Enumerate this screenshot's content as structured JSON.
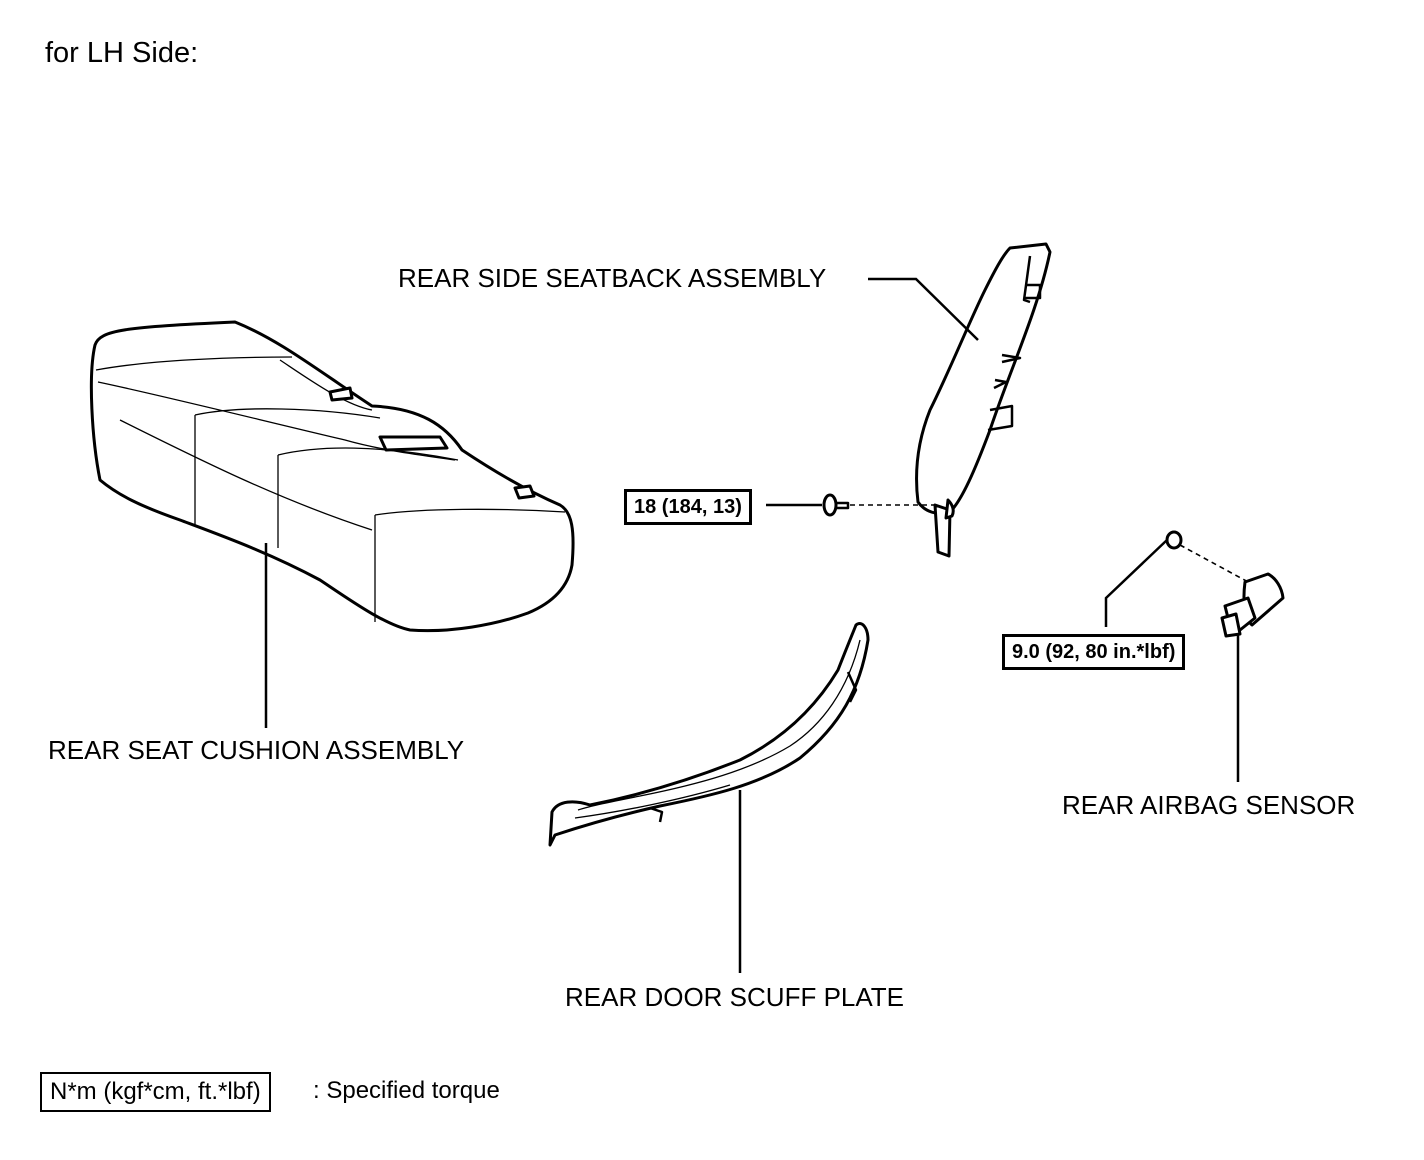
{
  "heading": "for LH Side:",
  "parts": {
    "seatback": "REAR SIDE SEATBACK ASSEMBLY",
    "cushion": "REAR SEAT CUSHION ASSEMBLY",
    "scuff_plate": "REAR DOOR SCUFF PLATE",
    "airbag_sensor": "REAR AIRBAG SENSOR"
  },
  "torque": {
    "seatback_bolt": "18 (184, 13)",
    "sensor_nut": "9.0 (92, 80 in.*lbf)"
  },
  "legend": {
    "box": "N*m (kgf*cm, ft.*lbf)",
    "text": ": Specified torque"
  }
}
